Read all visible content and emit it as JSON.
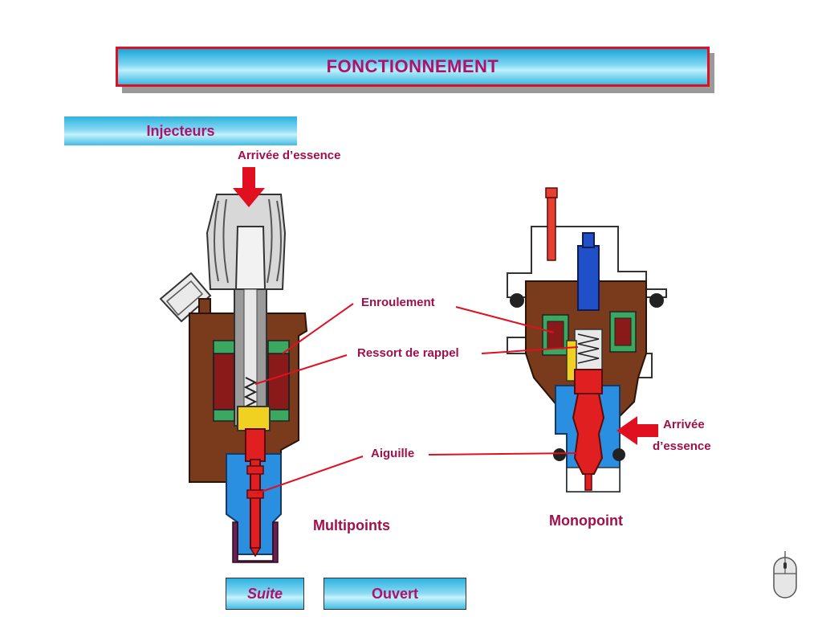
{
  "header": {
    "title": "FONCTIONNEMENT"
  },
  "section": {
    "label": "Injecteurs"
  },
  "labels": {
    "fuel_inlet_top": "Arrivée d’essence",
    "coil": "Enroulement",
    "spring": "Ressort de rappel",
    "needle": "Aiguille",
    "multipoint": "Multipoints",
    "monopoint": "Monopoint",
    "fuel_inlet_right_1": "Arrivée",
    "fuel_inlet_right_2": "d’essence"
  },
  "buttons": {
    "suite": "Suite",
    "ouvert": "Ouvert"
  },
  "colors": {
    "frame": "#e01020",
    "text": "#b0106a",
    "body_brown": "#7a3b1c",
    "needle_red": "#e02020",
    "fuel_blue": "#2a8fe0",
    "coil_green": "#3aa860",
    "spring_yellow": "#f0d020"
  },
  "icons": {
    "mouse": "mouse-icon"
  }
}
